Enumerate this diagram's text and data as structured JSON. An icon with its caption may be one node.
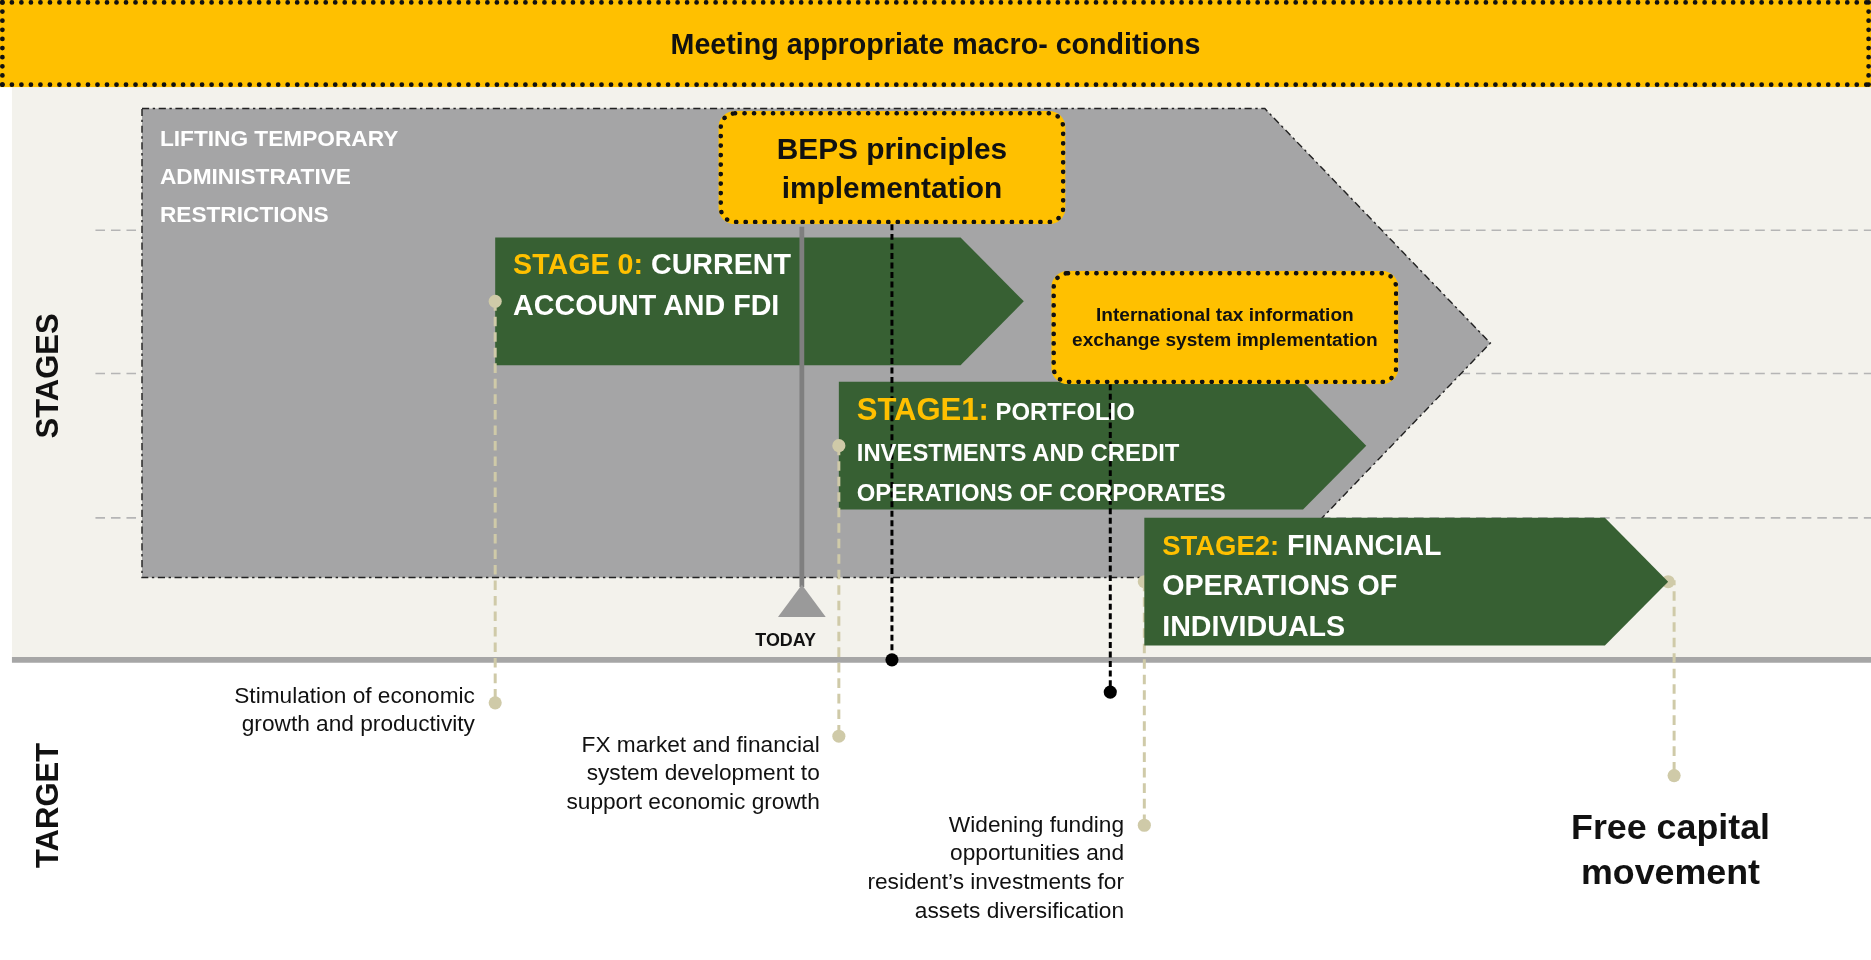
{
  "diagram": {
    "nodes": [
      {
        "text": [
          "Meeting appropriate macro- conditions"
        ]
      },
      {
        "text": [
          "LIFTING TEMPORARY ADMINISTRATIVE RESTRICTIONS"
        ]
      },
      {
        "text": [
          "BEPS principles implementation"
        ],
        "in": 1
      },
      {
        "text": [
          "STAGE 0:",
          "CURRENT ACCOUNT AND FDI"
        ],
        "in": 1
      },
      {
        "text": [
          "International tax information exchange system implementation"
        ],
        "in": 1
      },
      {
        "text": [
          "STAGE1:",
          "PORTFOLIO INVESTMENTS AND CREDIT OPERATIONS OF CORPORATES"
        ],
        "in": 1
      },
      {
        "text": [
          "STAGE2:",
          "FINANCIAL OPERATIONS OF INDIVIDUALS"
        ]
      },
      {
        "text": [
          "Stimulation of economic growth and productivity"
        ]
      },
      {
        "text": [
          "FX market and financial system development to support economic growth"
        ]
      },
      {
        "text": [
          "Widening funding opportunities and resident’s investments for assets diversification"
        ]
      },
      {
        "text": [
          "Free capital movement"
        ]
      }
    ],
    "edges": [
      {
        "from": 2,
        "to": null,
        "arrow": "other",
        "style": "dashed",
        "color": "#000000"
      },
      {
        "from": 4,
        "to": null,
        "arrow": "other",
        "style": "dashed",
        "color": "#000000"
      },
      {
        "from": 3,
        "to": 7,
        "arrow": "other",
        "style": "dashed"
      },
      {
        "from": 5,
        "to": 8,
        "arrow": "other",
        "style": "dashed"
      },
      {
        "from": 6,
        "to": 9,
        "arrow": "other",
        "style": "dashed"
      },
      {
        "from": 6,
        "to": 10,
        "arrow": "other",
        "style": "dashed"
      }
    ],
    "labels": [
      "STAGES",
      "TODAY",
      "TARGET"
    ]
  }
}
